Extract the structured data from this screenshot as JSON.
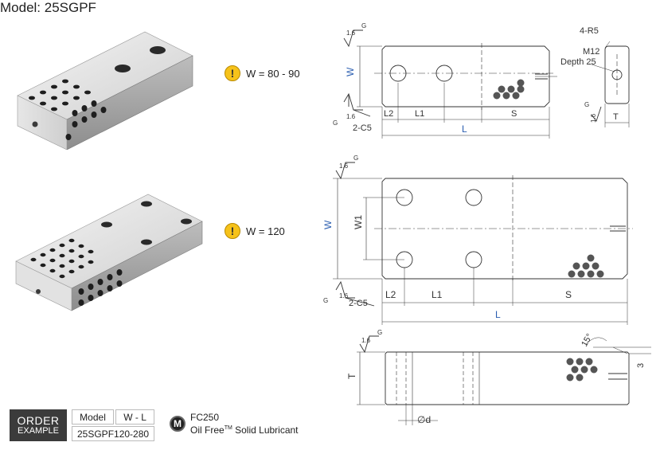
{
  "title": "Model: 25SGPF",
  "variants": [
    {
      "badge_icon": "caution-icon",
      "badge_text": "W = 80 - 90"
    },
    {
      "badge_icon": "caution-icon",
      "badge_text": "W = 120"
    }
  ],
  "drawing_top": {
    "W": "W",
    "L2": "L2",
    "L1": "L1",
    "S": "S",
    "L": "L",
    "chamfer": "2-C5",
    "rough_top": "1.6",
    "rough_top_g": "G",
    "rough_bot": "1.6",
    "rough_bot_g": "G",
    "side": {
      "R": "4-R5",
      "M": "M12",
      "depth": "Depth 25",
      "T": "T",
      "rough": "1.6",
      "g": "G"
    }
  },
  "drawing_mid": {
    "W": "W",
    "W1": "W1",
    "L2": "L2",
    "L1": "L1",
    "S": "S",
    "L": "L",
    "chamfer": "2-C5",
    "rough_top": "1.6",
    "rough_top_g": "G",
    "rough_bot": "1.6",
    "rough_bot_g": "G"
  },
  "drawing_bot": {
    "T": "T",
    "d": "∅d",
    "angle": "15°",
    "three": "3",
    "rough": "1.6",
    "g": "G"
  },
  "order": {
    "label_line1": "ORDER",
    "label_line2": "EXAMPLE",
    "col_model": "Model",
    "col_wl": "W - L",
    "example": "25SGPF120-280"
  },
  "material": {
    "icon": "M",
    "name": "FC250",
    "brand": "Oil Free",
    "tm": "TM",
    "desc": " Solid Lubricant"
  },
  "colors": {
    "dim_blue": "#2a5db0",
    "line": "#333333",
    "steel_light": "#e8e8e8",
    "steel_dark": "#9a9a9a"
  }
}
